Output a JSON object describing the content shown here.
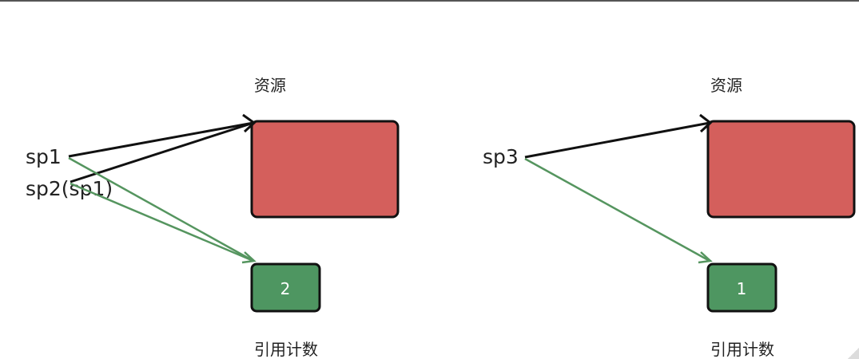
{
  "colors": {
    "resource_fill": "#d45f5c",
    "count_fill": "#4e9661",
    "box_stroke": "#111111",
    "resource_arrow": "#111111",
    "count_arrow": "#55955f"
  },
  "panels": [
    {
      "resource_label": "资源",
      "count_label": "引用计数",
      "count_value": "2",
      "pointers": [
        "sp1",
        "sp2(sp1)"
      ]
    },
    {
      "resource_label": "资源",
      "count_label": "引用计数",
      "count_value": "1",
      "pointers": [
        "sp3"
      ]
    }
  ]
}
